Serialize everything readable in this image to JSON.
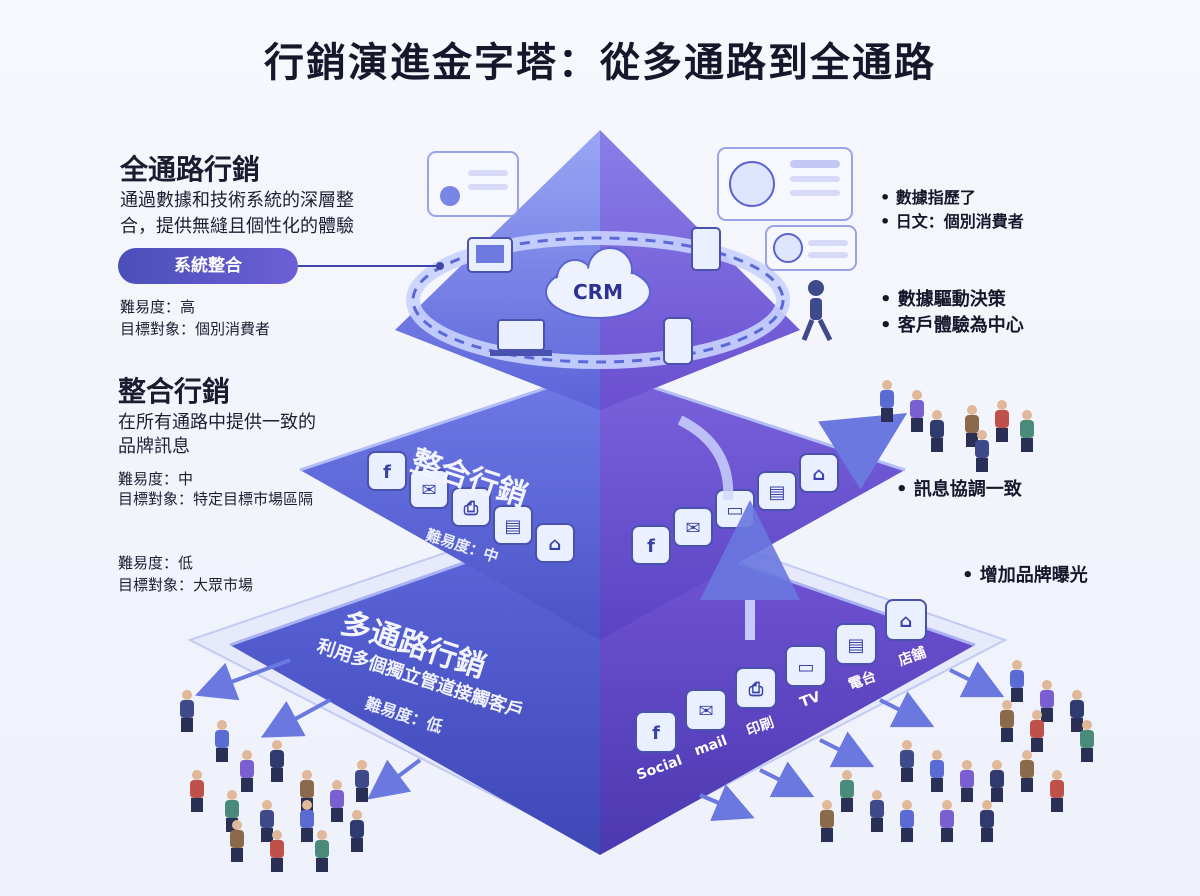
{
  "title": "行銷演進金字塔：從多通路到全通路",
  "left_panel": {
    "omni": {
      "heading": "全通路行銷",
      "desc_line1": "通過數據和技術系統的深層整",
      "desc_line2": "合，提供無縫且個性化的體驗",
      "pill": "系統整合",
      "difficulty": "難易度：高",
      "target": "目標對象：個別消費者"
    },
    "integrated": {
      "heading": "整合行銷",
      "desc_line1": "在所有通路中提供一致的",
      "desc_line2": "品牌訊息",
      "difficulty": "難易度：中",
      "target": "目標對象：特定目標市場區隔"
    },
    "multi": {
      "difficulty": "難易度：低",
      "target": "目標對象：大眾市場"
    }
  },
  "right_bullets": {
    "group1": [
      "數據指歷了",
      "日文：個別消費者"
    ],
    "group2": [
      "數據驅動決策",
      "客戶體驗為中心"
    ],
    "group3": [
      "訊息協調一致"
    ],
    "group4": [
      "增加品牌曝光"
    ]
  },
  "pyramid": {
    "top_label": "CRM",
    "middle_title": "整合行銷",
    "middle_difficulty": "難易度：中",
    "bottom_title": "多通路行銷",
    "bottom_sub": "利用多個獨立管道接觸客戶",
    "bottom_difficulty": "難易度：低",
    "channel_labels": [
      "Social",
      "mail",
      "印刷",
      "TV",
      "電台",
      "店舖"
    ]
  },
  "colors": {
    "tier_top": "#7a7fe6",
    "tier_mid": "#5a62d6",
    "tier_bottom": "#4c55c8",
    "accent": "#8a5fe0"
  },
  "icons": [
    "facebook-icon",
    "mail-icon",
    "printer-icon",
    "tv-icon",
    "radio-icon",
    "store-icon",
    "crm-cloud-icon",
    "laptop-icon",
    "phone-icon",
    "tablet-icon",
    "monitor-icon",
    "person-icon"
  ]
}
